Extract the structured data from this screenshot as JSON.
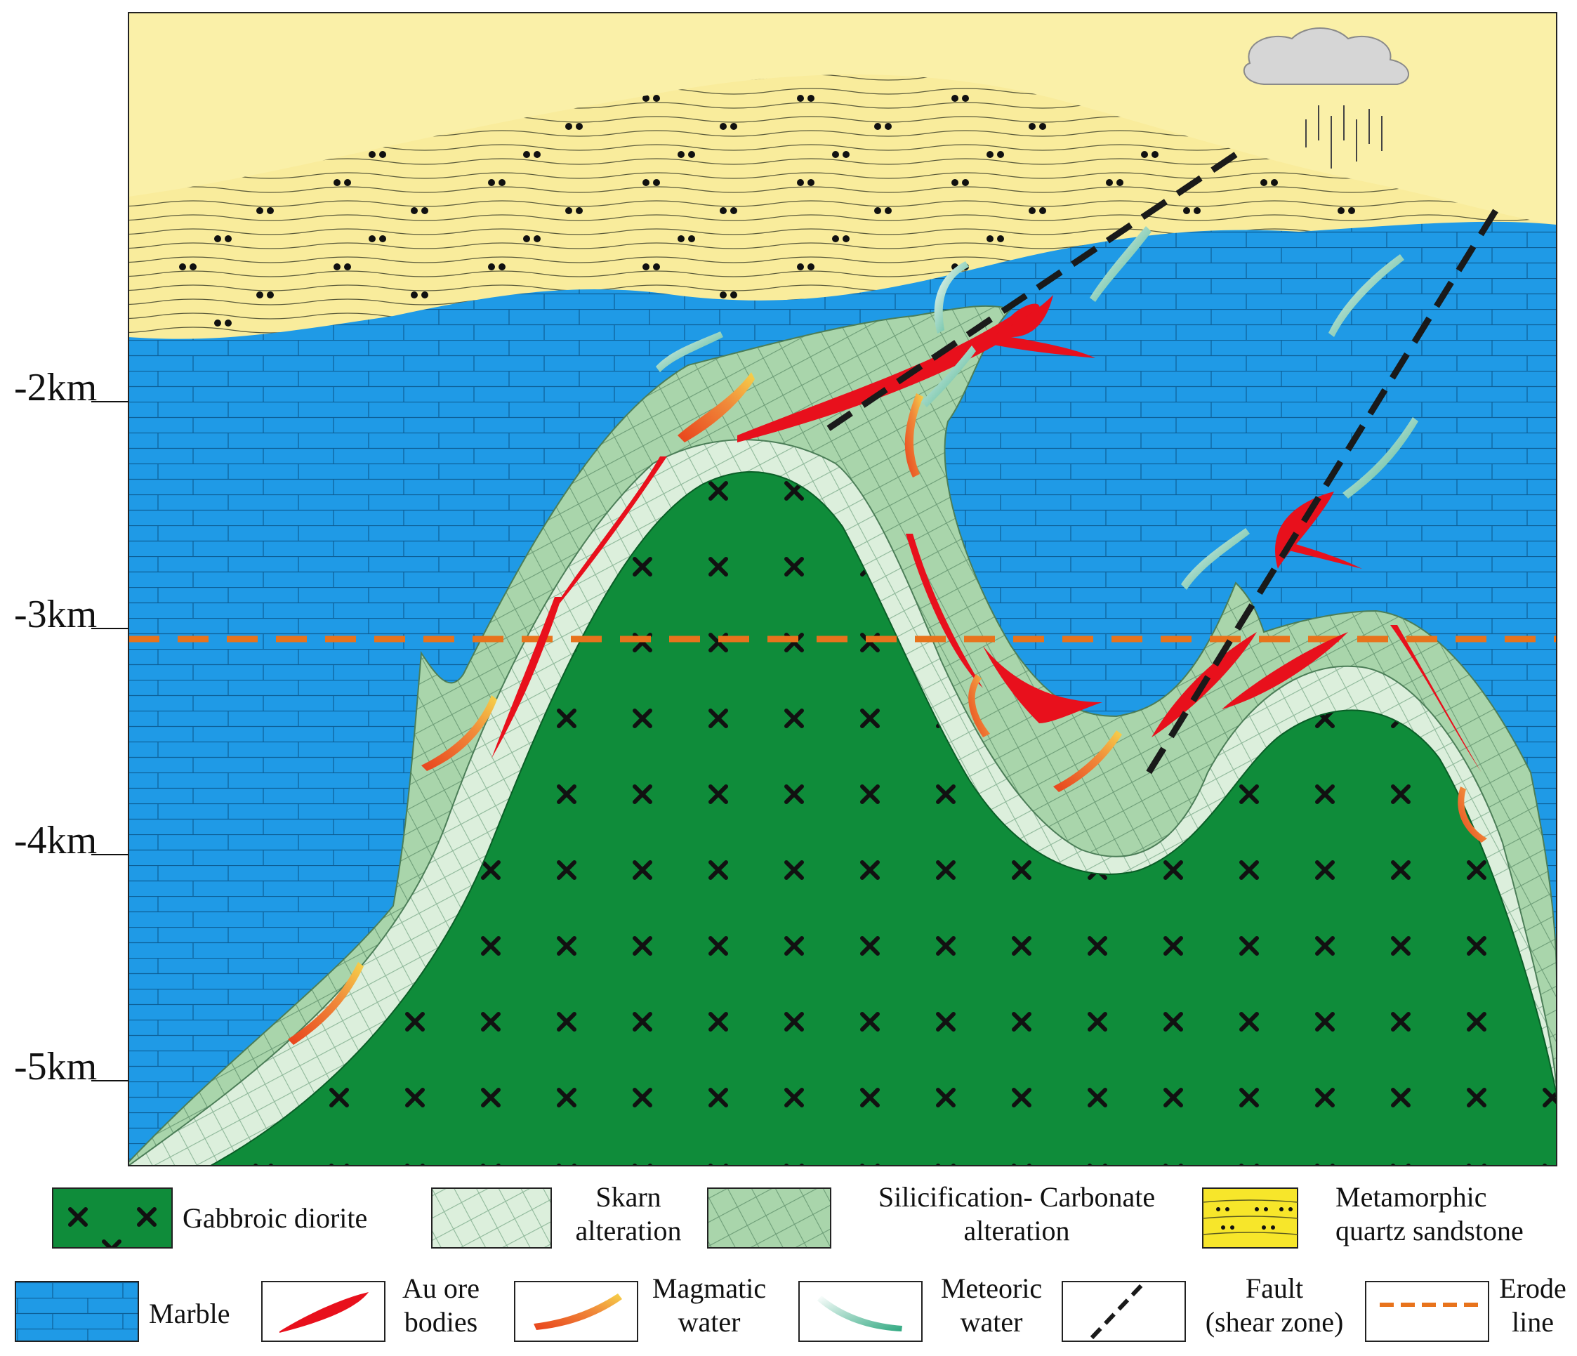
{
  "depth_scale": {
    "labels": [
      "-2km",
      "-3km",
      "-4km",
      "-5km"
    ]
  },
  "features": {
    "fault_count": 2,
    "erode_line_style": "dashed",
    "rain_cloud": true
  },
  "legend": {
    "items": [
      {
        "key": "gabbroic_diorite",
        "lines": [
          "Gabbroic diorite"
        ],
        "color": "#0f8c3a"
      },
      {
        "key": "skarn",
        "lines": [
          "Skarn",
          "alteration"
        ],
        "color": "#d8eed8"
      },
      {
        "key": "silicification",
        "lines": [
          "Silicification- Carbonate",
          "alteration"
        ],
        "color": "#a8d4aa"
      },
      {
        "key": "sandstone",
        "lines": [
          "Metamorphic",
          "quartz sandstone"
        ],
        "color": "#f9e98a"
      },
      {
        "key": "marble",
        "lines": [
          "Marble"
        ],
        "color": "#1f9ae6"
      },
      {
        "key": "au_ore",
        "lines": [
          "Au ore",
          "bodies"
        ],
        "color": "#e8101c"
      },
      {
        "key": "magmatic_water",
        "lines": [
          "Magmatic",
          "water"
        ],
        "color": "#e56a2a"
      },
      {
        "key": "meteoric_water",
        "lines": [
          "Meteoric",
          "water"
        ],
        "color": "#4cb89a"
      },
      {
        "key": "fault",
        "lines": [
          "Fault",
          "(shear zone)"
        ],
        "color": "#1a1a1a"
      },
      {
        "key": "erode_line",
        "lines": [
          "Erode",
          "line"
        ],
        "color": "#e8731c"
      }
    ]
  }
}
